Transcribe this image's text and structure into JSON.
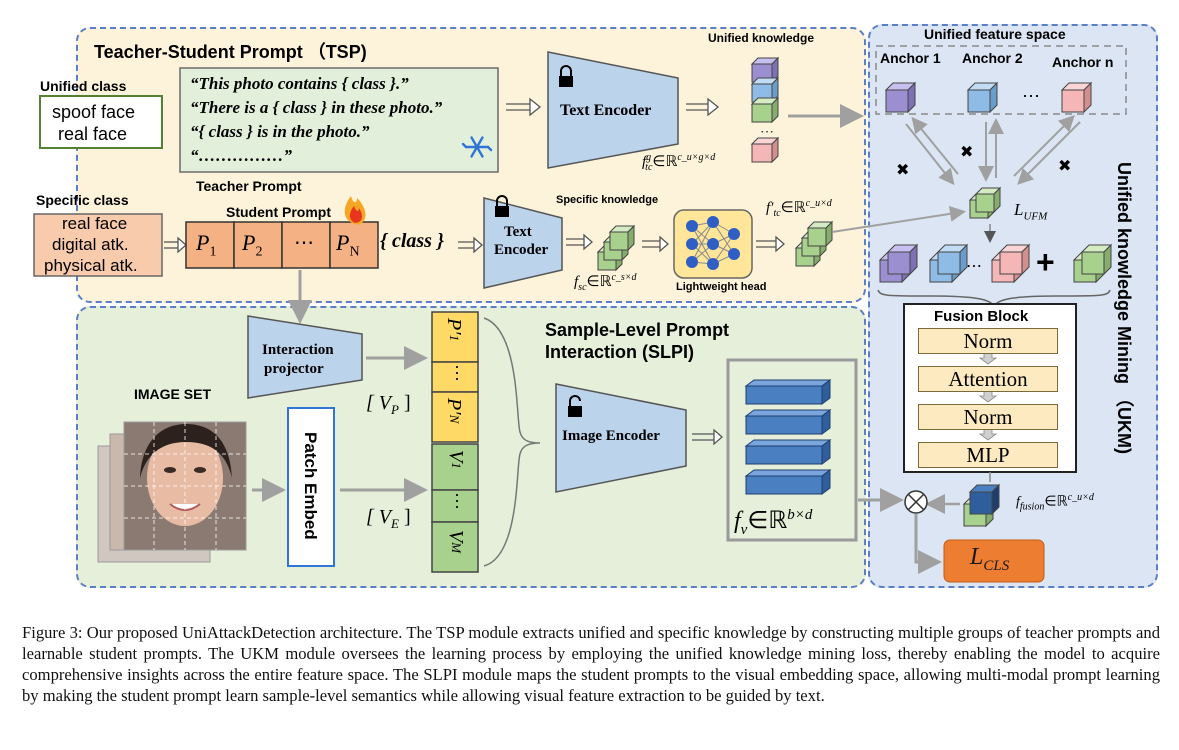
{
  "tsp": {
    "title": "Teacher-Student Prompt （TSP)",
    "unified_class_label": "Unified class",
    "unified_class_items": [
      "spoof face",
      "real face"
    ],
    "templates": [
      "“This photo contains { class }.”",
      "“There is a { class } in these photo.”",
      "“{ class } is in the photo.”",
      "“……………”"
    ],
    "specific_class_label": "Specific class",
    "specific_class_items": [
      "real face",
      "digital atk.",
      "physical atk."
    ],
    "teacher_prompt_label": "Teacher Prompt",
    "student_prompt_label": "Student Prompt",
    "prompt_tokens": [
      "P",
      "P",
      "⋯",
      "P"
    ],
    "prompt_subs": [
      "1",
      "2",
      "",
      "N"
    ],
    "class_suffix": "{ class }",
    "text_encoder_1": "Text Encoder",
    "text_encoder_2": [
      "Text",
      "Encoder"
    ],
    "unified_knowledge_label": "Unified knowledge",
    "specific_knowledge_label": "Specific knowledge",
    "lightweight_head_label": "Lightweight head",
    "f_tc_g": "f",
    "f_tc_g_sup": "g",
    "f_tc_g_sub": "tc",
    "f_tc_g_space": "∈ℝ",
    "f_tc_g_dims": "c_u×g×d",
    "f_sc": "f",
    "f_sc_sub": "sc",
    "f_sc_space": "∈ℝ",
    "f_sc_dims": "c_s×d",
    "f_tc_prime": "f′",
    "f_tc_prime_sub": "tc",
    "f_tc_prime_space": "∈ℝ",
    "f_tc_prime_dims": "c_u×d"
  },
  "slpi": {
    "title_line1": "Sample-Level Prompt",
    "title_line2": "Interaction (SLPI)",
    "interaction_projector": [
      "Interaction",
      "projector"
    ],
    "image_set_label": "IMAGE SET",
    "patch_embed_label": "Patch Embed",
    "vp_label": "[ V",
    "vp_sub": "P",
    "ve_label": "[ V",
    "ve_sub": "E",
    "p_prime_tokens": [
      "P′",
      "⋯",
      "P′"
    ],
    "p_prime_subs": [
      "1",
      "",
      "N"
    ],
    "v_tokens": [
      "V",
      "⋯",
      "V"
    ],
    "v_subs": [
      "1",
      "",
      "M"
    ],
    "image_encoder": "Image Encoder",
    "f_v": "f",
    "f_v_sub": "v",
    "f_v_space": "∈ℝ",
    "f_v_dims": "b×d"
  },
  "ukm": {
    "title": "Unified knowledge Mining （UKM)",
    "feature_space_label": "Unified feature space",
    "anchors": [
      "Anchor 1",
      "Anchor 2",
      "Anchor n"
    ],
    "anchor_ellipsis": "⋯",
    "loss_ufm": "L",
    "loss_ufm_sub": "UFM",
    "fusion_block_label": "Fusion Block",
    "fusion_layers": [
      "Norm",
      "Attention",
      "Norm",
      "MLP"
    ],
    "f_fusion": "f",
    "f_fusion_sub": "fusion",
    "f_fusion_space": "∈ℝ",
    "f_fusion_dims": "c_u×d",
    "loss_cls": "L",
    "loss_cls_sub": "CLS",
    "cross_mark": "✖",
    "plus_mark": "+",
    "otimes": "⊗"
  },
  "caption": "Figure 3: Our proposed UniAttackDetection architecture. The TSP module extracts unified and specific knowledge by constructing multiple groups of teacher prompts and learnable student prompts. The UKM module oversees the learning process by employing the unified knowledge mining loss, thereby enabling the model to acquire comprehensive insights across the entire feature space. The SLPI module maps the student prompts to the visual embedding space, allowing multi-modal prompt learning by making the student prompt learn sample-level semantics while allowing visual feature extraction to be guided by text.",
  "colors": {
    "tsp_bg": "#fdf3da",
    "slpi_bg": "#e6efd9",
    "ukm_bg": "#dbe5f3",
    "panel_border": "#5b7fc4",
    "encoder_fill": "#bcd3ec",
    "prompt_fill": "#f4b183",
    "cls_fill": "#ed7d31",
    "green_box": "#a9d18e",
    "yellow_box": "#ffd966"
  }
}
